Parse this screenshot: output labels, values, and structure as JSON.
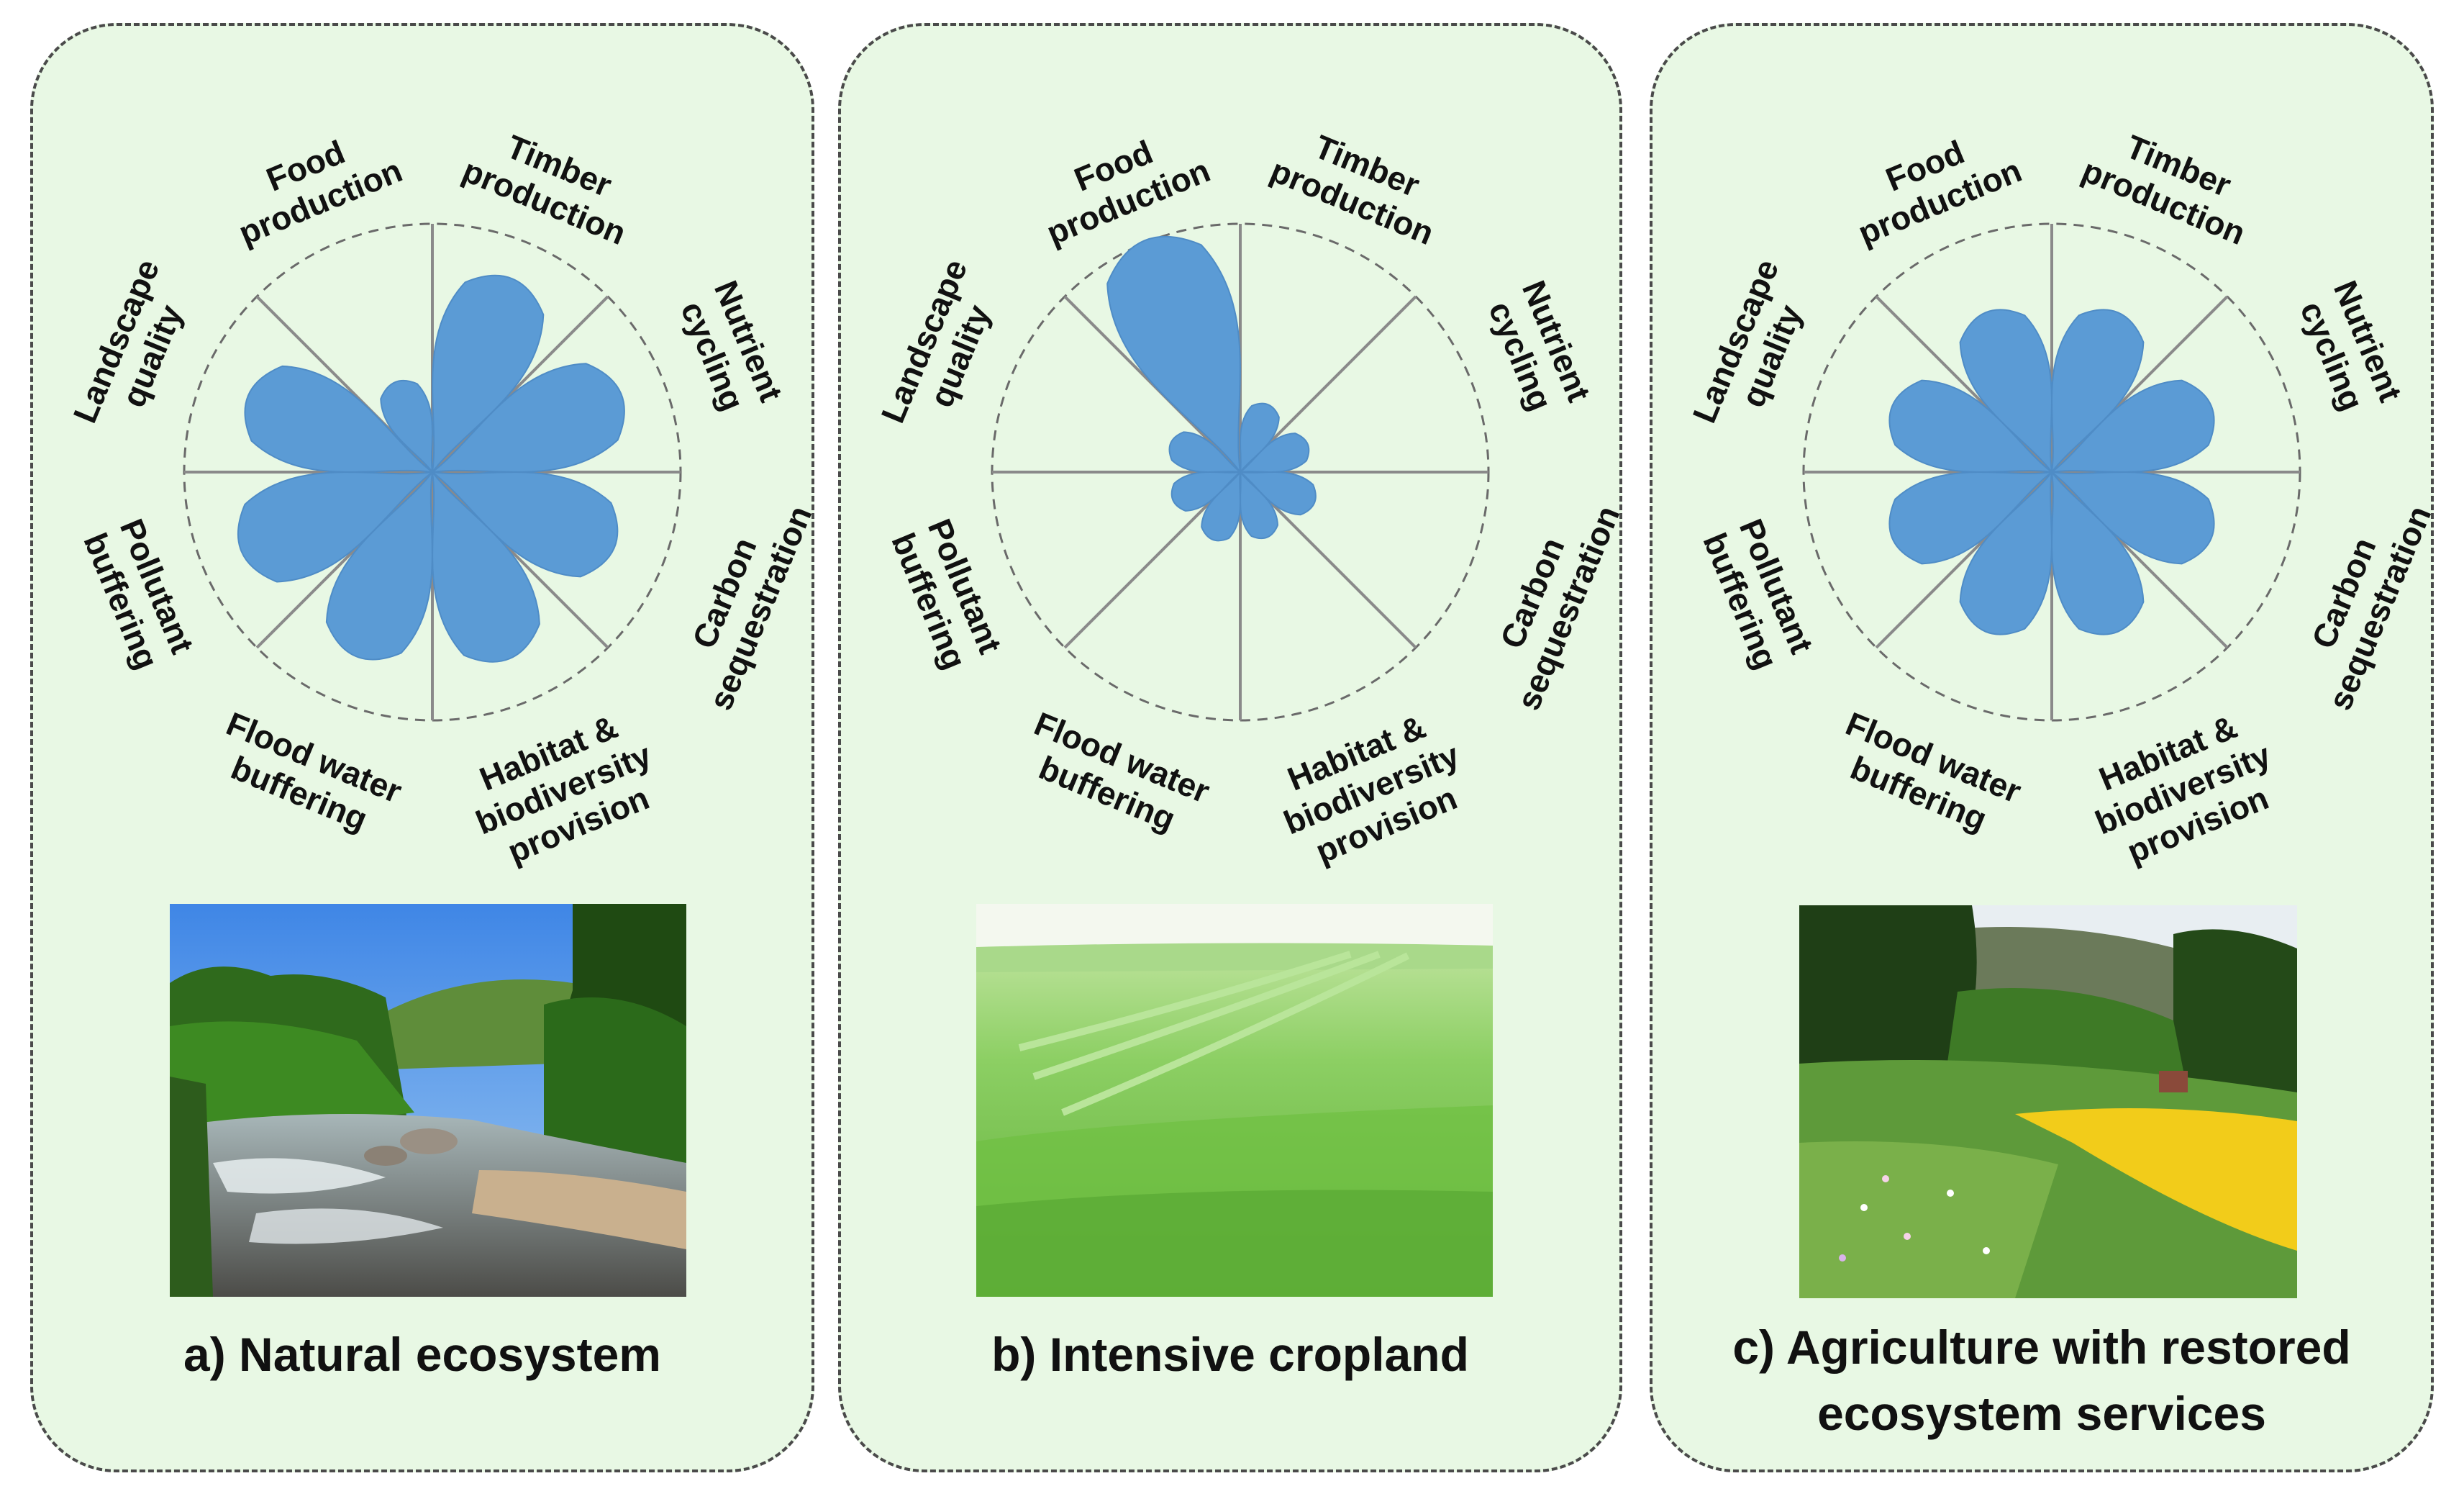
{
  "service_labels": {
    "food": [
      "Food",
      "production"
    ],
    "timber": [
      "Timber",
      "production"
    ],
    "nutrient": [
      "Nutrient",
      "cycling"
    ],
    "carbon": [
      "Carbon",
      "sequestration"
    ],
    "habitat": [
      "Habitat &",
      "biodiversity",
      "provision"
    ],
    "flood": [
      "Flood water",
      "buffering"
    ],
    "pollutant": [
      "Pollutant",
      "buffering"
    ],
    "landscape": [
      "Landscape",
      "quality"
    ]
  },
  "colors": {
    "petal": "#5b9bd5",
    "panel_bg": "#e8f8e4",
    "panel_border": "#4a4a4a",
    "spoke": "#8a8a8a"
  },
  "panels": [
    {
      "id": "a",
      "caption_lines": [
        "a) Natural ecosystem"
      ],
      "photo_icon": "river-forest-photo",
      "petals": {
        "timber": 0.86,
        "nutrient": 0.84,
        "carbon": 0.81,
        "habitat": 0.83,
        "flood": 0.82,
        "pollutant": 0.85,
        "landscape": 0.82,
        "food": 0.4
      }
    },
    {
      "id": "b",
      "caption_lines": [
        "b) Intensive cropland"
      ],
      "photo_icon": "wheat-field-photo",
      "petals": {
        "food": 1.03,
        "timber": 0.3,
        "nutrient": 0.3,
        "carbon": 0.33,
        "habitat": 0.29,
        "flood": 0.3,
        "pollutant": 0.3,
        "landscape": 0.31
      }
    },
    {
      "id": "c",
      "caption_lines": [
        "c) Agriculture with restored",
        "ecosystem services"
      ],
      "photo_icon": "wildflower-meadow-photo",
      "petals": {
        "food": 0.71,
        "timber": 0.71,
        "nutrient": 0.71,
        "carbon": 0.71,
        "habitat": 0.71,
        "flood": 0.71,
        "pollutant": 0.71,
        "landscape": 0.71
      }
    }
  ]
}
